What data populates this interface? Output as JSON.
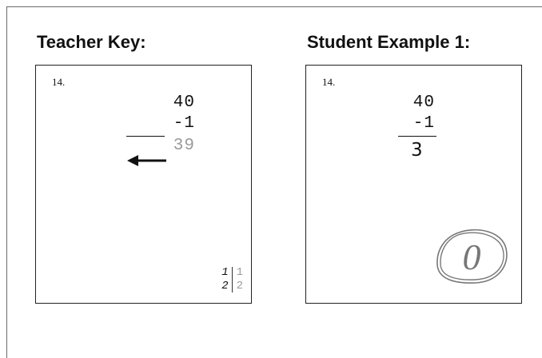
{
  "teacher_key": {
    "heading": "Teacher Key:",
    "question_number": "14.",
    "minuend": "40",
    "subtrahend": "-1",
    "answer": "39",
    "arrow_icon": "left-arrow-icon",
    "rubric": {
      "left": [
        "1",
        "2"
      ],
      "right": [
        "1",
        "2"
      ]
    }
  },
  "student_example": {
    "heading": "Student Example 1:",
    "question_number": "14.",
    "minuend": "40",
    "subtrahend": "-1",
    "answer": "3",
    "score": "0"
  },
  "colors": {
    "ink": "#111111",
    "key_gray": "#9a9a9a",
    "score_gray": "#777777"
  }
}
